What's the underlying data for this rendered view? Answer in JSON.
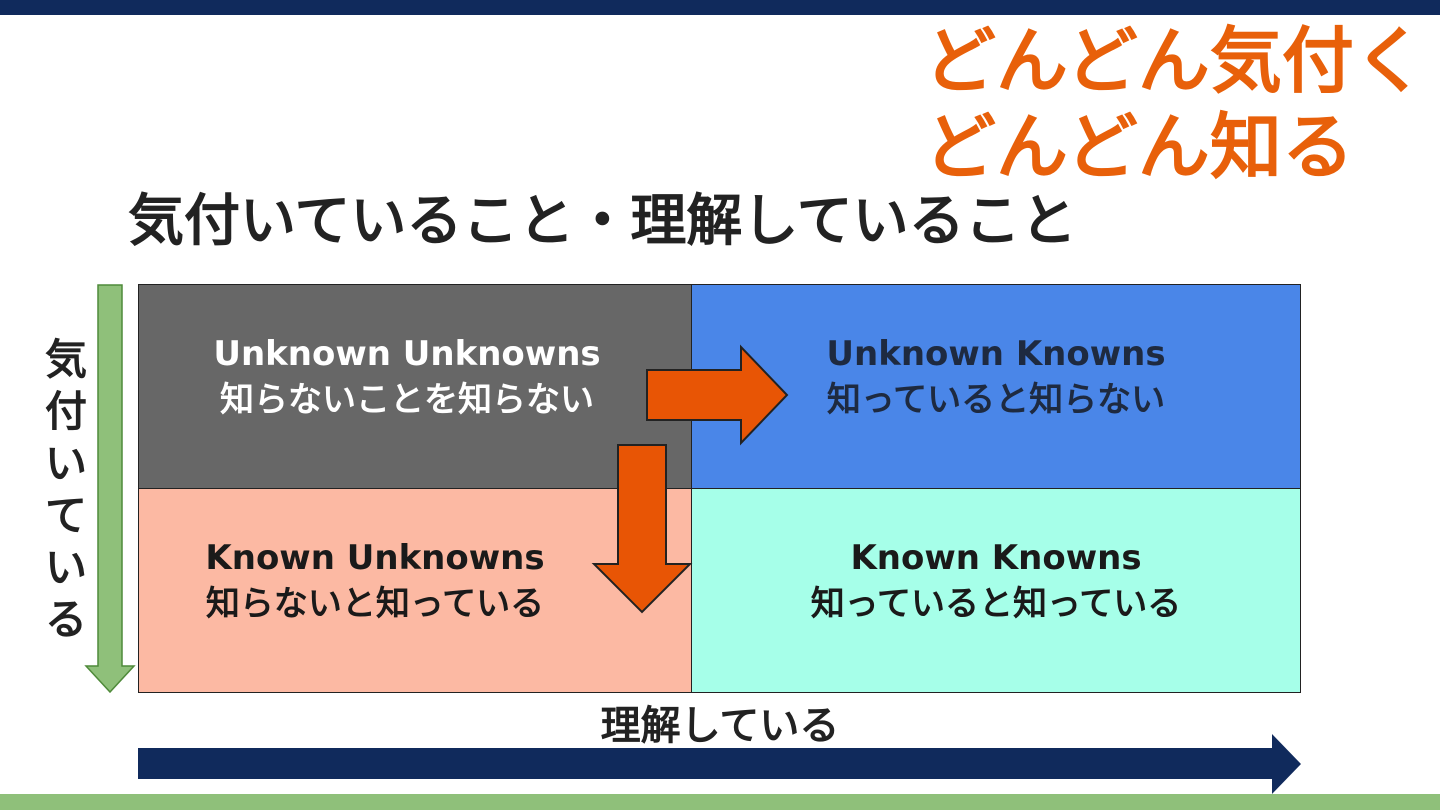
{
  "headline": {
    "line1": "どんどん気付く",
    "line2": "どんどん知る",
    "color": "#e8600a"
  },
  "title": "気付いていること・理解していること",
  "axes": {
    "vertical": [
      "気",
      "付",
      "い",
      "て",
      "い",
      "る"
    ],
    "horizontal": "理解している"
  },
  "quadrants": {
    "top_left": {
      "en": "Unknown Unknowns",
      "ja": "知らないことを知らない",
      "color": "#676767"
    },
    "top_right": {
      "en": "Unknown Knowns",
      "ja": "知っていると知らない",
      "color": "#4a86e8"
    },
    "bottom_left": {
      "en": "Known Unknowns",
      "ja": "知らないと知っている",
      "color": "#fcb9a3"
    },
    "bottom_right": {
      "en": "Known Knowns",
      "ja": "知っていると知っている",
      "color": "#a6ffe9"
    }
  },
  "colors": {
    "top_bar": "#102a5c",
    "bottom_bar": "#8fc07a",
    "arrow_orange": "#e85505",
    "arrow_green": "#8fc07a",
    "arrow_navy": "#102a5c"
  }
}
